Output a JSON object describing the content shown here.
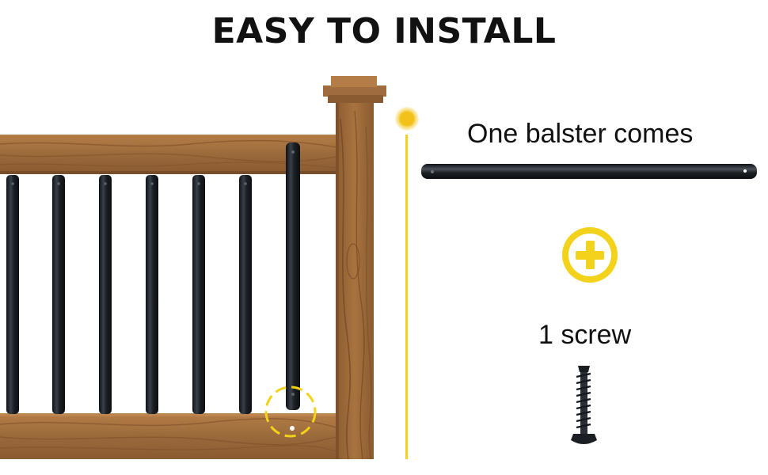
{
  "title": "EASY TO INSTALL",
  "baluster_label": "One balster comes",
  "screw_label": "1 screw",
  "colors": {
    "wood": "#9a6a3c",
    "wood_dark": "#6e4523",
    "wood_light": "#b98452",
    "baluster": "#1b1f24",
    "accent_yellow": "#f2d21a",
    "title_text": "#111111"
  },
  "icons": [
    "plus-icon",
    "marker-dot-icon",
    "highlight-circle-icon"
  ]
}
